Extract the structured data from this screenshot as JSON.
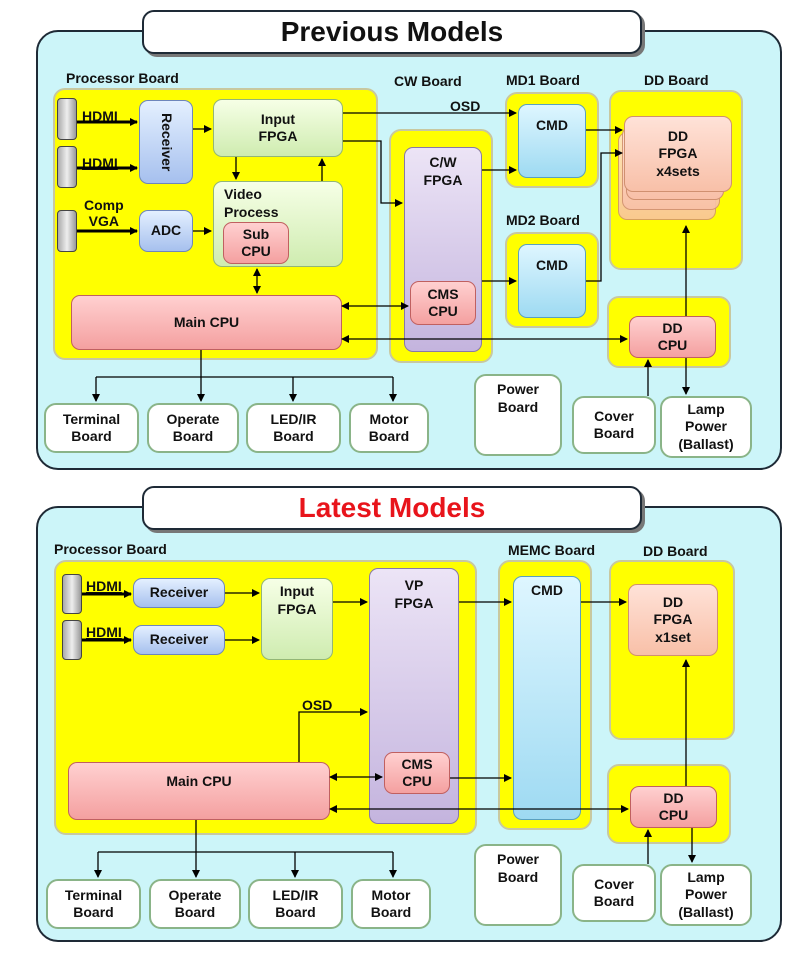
{
  "previous": {
    "title": "Previous Models",
    "processor_board": "Processor Board",
    "cw_board": "CW Board",
    "md1_board": "MD1 Board",
    "md2_board": "MD2 Board",
    "dd_board": "DD Board",
    "osd": "OSD",
    "hdmi1": "HDMI",
    "hdmi2": "HDMI",
    "comp_vga": "Comp\nVGA",
    "receiver": "Receiver",
    "adc": "ADC",
    "input_fpga": "Input\nFPGA",
    "video_process": "Video\nProcess",
    "sub_cpu": "Sub\nCPU",
    "main_cpu": "Main CPU",
    "cw_fpga": "C/W\nFPGA",
    "cms_cpu": "CMS\nCPU",
    "cmd1": "CMD",
    "cmd2": "CMD",
    "dd_fpga": "DD\nFPGA\nx4sets",
    "dd_cpu": "DD\nCPU",
    "power_board": "Power\nBoard",
    "cover_board": "Cover\nBoard",
    "lamp_power": "Lamp\nPower\n(Ballast)",
    "terminal_board": "Terminal\nBoard",
    "operate_board": "Operate\nBoard",
    "ledir_board": "LED/IR\nBoard",
    "motor_board": "Motor\nBoard"
  },
  "latest": {
    "title": "Latest Models",
    "title_color": "#e8141b",
    "processor_board": "Processor Board",
    "memc_board": "MEMC Board",
    "dd_board": "DD Board",
    "osd": "OSD",
    "hdmi1": "HDMI",
    "hdmi2": "HDMI",
    "receiver1": "Receiver",
    "receiver2": "Receiver",
    "input_fpga": "Input\nFPGA",
    "vp_fpga": "VP\nFPGA",
    "cms_cpu": "CMS\nCPU",
    "cmd": "CMD",
    "main_cpu": "Main CPU",
    "dd_fpga": "DD\nFPGA\nx1set",
    "dd_cpu": "DD\nCPU",
    "power_board": "Power\nBoard",
    "cover_board": "Cover\nBoard",
    "lamp_power": "Lamp\nPower\n(Ballast)",
    "terminal_board": "Terminal\nBoard",
    "operate_board": "Operate\nBoard",
    "ledir_board": "LED/IR\nBoard",
    "motor_board": "Motor\nBoard"
  }
}
